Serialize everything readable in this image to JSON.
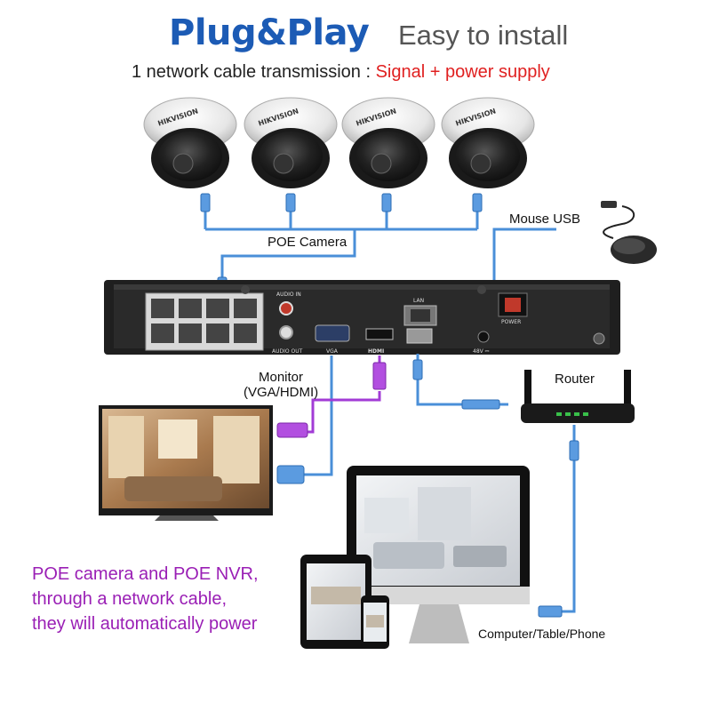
{
  "header": {
    "title": "Plug&Play",
    "subtitle": "Easy to install",
    "tagline_prefix": "1 network cable transmission : ",
    "tagline_highlight": "Signal + power supply"
  },
  "camera_brand": "HIKVISION",
  "labels": {
    "poe_camera": "POE Camera",
    "mouse_usb": "Mouse USB",
    "monitor_line1": "Monitor",
    "monitor_line2": "(VGA/HDMI)",
    "router": "Router",
    "computer": "Computer/Table/Phone"
  },
  "nvr_panel": {
    "audio_in": "AUDIO IN",
    "audio_out": "AUDIO OUT",
    "vga": "VGA",
    "hdmi": "HDMI",
    "lan": "LAN",
    "power": "POWER",
    "voltage": "48V ⎓"
  },
  "note": {
    "line1": "POE camera and POE NVR,",
    "line2": "through a network cable,",
    "line3": "they will automatically power"
  },
  "colors": {
    "title_blue": "#1c5bb5",
    "highlight_red": "#e02020",
    "cable_blue": "#4a8fd8",
    "hdmi_purple": "#a23bd6",
    "note_purple": "#9a1fb5"
  }
}
